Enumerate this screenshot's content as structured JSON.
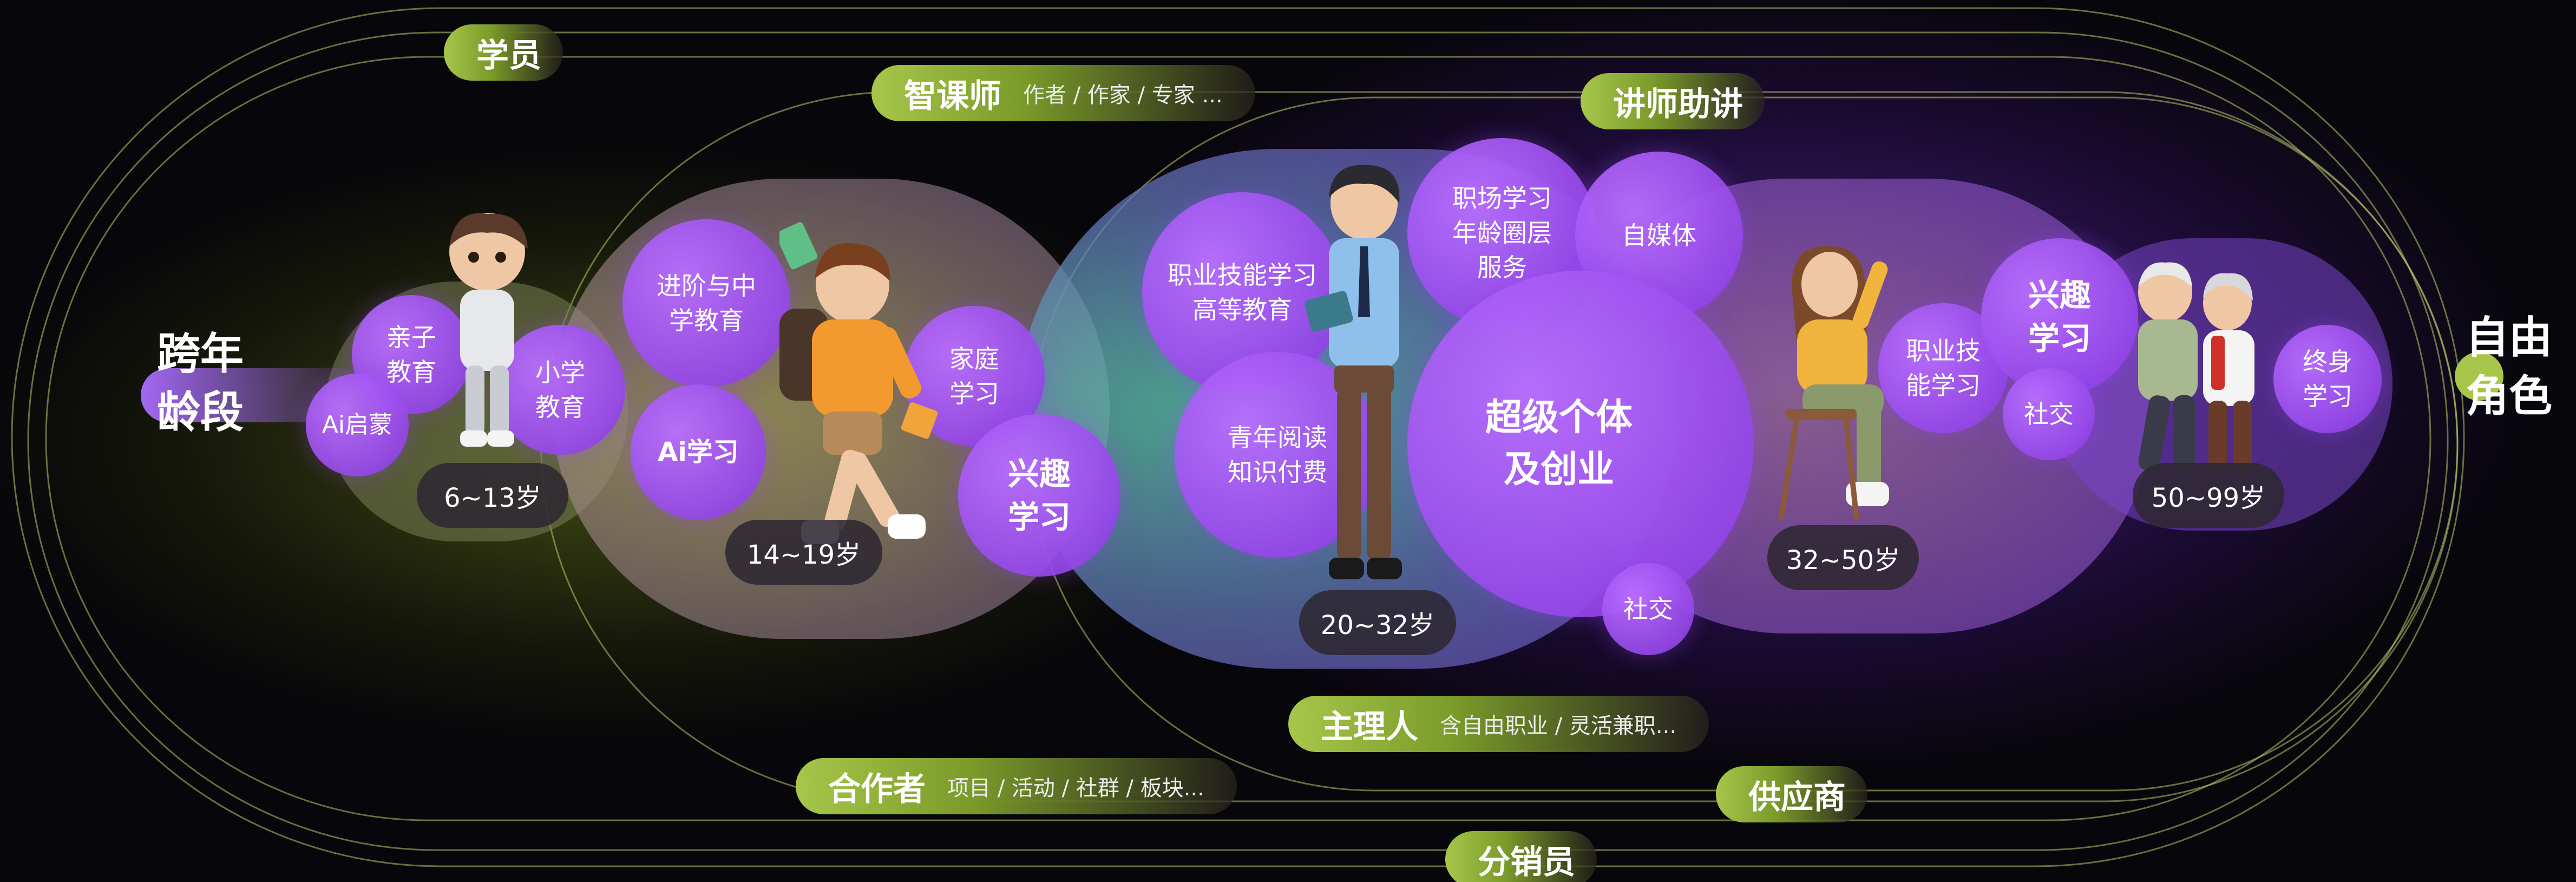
{
  "colors": {
    "accent_green": "#a7c64a",
    "accent_purple": "#9b4cf0",
    "background": "#07060a"
  },
  "side_titles": {
    "left": "跨年\n龄段",
    "right": "自由\n角色"
  },
  "roles": {
    "student": {
      "label": "学员",
      "sub": ""
    },
    "course_teacher": {
      "label": "智课师",
      "sub": "作者 /  作家 /  专家 ..."
    },
    "lecturer_assistant": {
      "label": "讲师助讲",
      "sub": ""
    },
    "host": {
      "label": "主理人",
      "sub": "含自由职业 /  灵活兼职..."
    },
    "partner": {
      "label": "合作者",
      "sub": "项目 /  活动 /  社群 /  板块..."
    },
    "supplier": {
      "label": "供应商",
      "sub": ""
    },
    "distributor": {
      "label": "分销员",
      "sub": ""
    }
  },
  "age_groups": [
    {
      "age": "6~13岁",
      "topics": [
        "亲子\n教育",
        "小学\n教育",
        "Ai启蒙"
      ]
    },
    {
      "age": "14~19岁",
      "topics": [
        "进阶与中\n学教育",
        "家庭\n学习",
        "Ai学习",
        "兴趣\n学习"
      ]
    },
    {
      "age": "20~32岁",
      "topics": [
        "职业技能学习\n高等教育",
        "职场学习\n年龄圈层\n服务",
        "自媒体",
        "青年阅读\n知识付费",
        "超级个体\n及创业",
        "社交"
      ]
    },
    {
      "age": "32~50岁",
      "topics": [
        "职业技\n能学习",
        "兴趣\n学习",
        "社交"
      ]
    },
    {
      "age": "50~99岁",
      "topics": [
        "终身\n学习"
      ]
    }
  ]
}
